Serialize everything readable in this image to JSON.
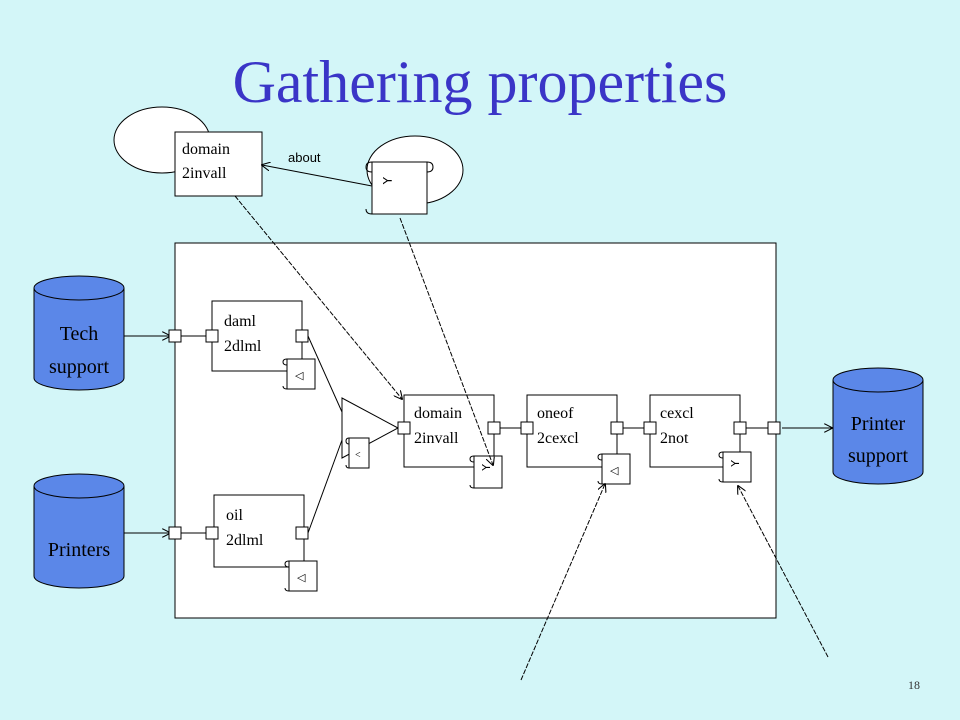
{
  "slide": {
    "title": "Gathering properties",
    "number": "18"
  },
  "colors": {
    "background": "#d3f6f8",
    "title": "#3a35c7",
    "database_fill": "#5b87e8",
    "stroke": "#000000",
    "box_fill": "#ffffff"
  },
  "diagram": {
    "databases": {
      "tech_support": [
        "Tech",
        "support"
      ],
      "printers": [
        "Printers"
      ],
      "printer_support": [
        "Printer",
        "support"
      ]
    },
    "top_component": {
      "line1": "domain",
      "line2": "2invall"
    },
    "about_label": "about",
    "components": {
      "daml": {
        "line1": "daml",
        "line2": "2dlml"
      },
      "oil": {
        "line1": "oil",
        "line2": "2dlml"
      },
      "domain": {
        "line1": "domain",
        "line2": "2invall"
      },
      "oneof": {
        "line1": "oneof",
        "line2": "2cexcl"
      },
      "cexcl": {
        "line1": "cexcl",
        "line2": "2not"
      }
    },
    "scroll_glyphs": {
      "top": "⅄",
      "daml": "◁",
      "merge": "<",
      "domain": "⅄",
      "oneof": "◁",
      "cexcl": "⅄",
      "oil": "◁"
    }
  }
}
